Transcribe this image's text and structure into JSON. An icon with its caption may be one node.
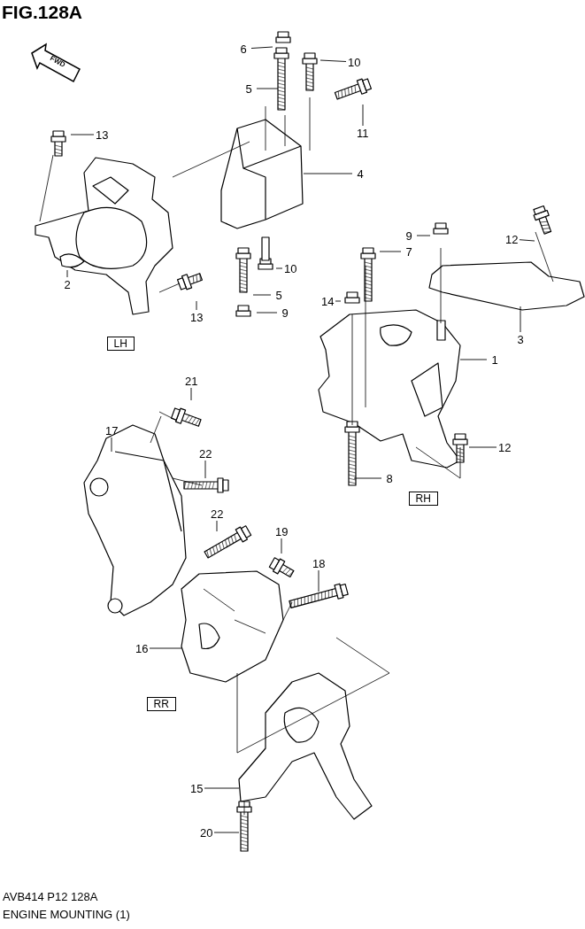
{
  "diagram": {
    "title": "FIG.128A",
    "caption": "ENGINE MOUNTING (1)",
    "nodes": [
      {
        "text": [
          "6"
        ]
      },
      {
        "text": [
          "5"
        ]
      },
      {
        "text": [
          "10"
        ]
      },
      {
        "text": [
          "11"
        ]
      },
      {
        "text": [
          "13"
        ]
      },
      {
        "text": [
          "4"
        ]
      },
      {
        "text": [
          "2"
        ]
      },
      {
        "text": [
          "13"
        ]
      },
      {
        "text": [
          "10"
        ]
      },
      {
        "text": [
          "5"
        ]
      },
      {
        "text": [
          "9"
        ]
      },
      {
        "text": [
          "9"
        ]
      },
      {
        "text": [
          "7"
        ]
      },
      {
        "text": [
          "12"
        ]
      },
      {
        "text": [
          "14"
        ]
      },
      {
        "text": [
          "3"
        ]
      },
      {
        "text": [
          "1"
        ]
      },
      {
        "text": [
          "12"
        ]
      },
      {
        "text": [
          "8"
        ]
      },
      {
        "text": [
          "21"
        ]
      },
      {
        "text": [
          "17"
        ]
      },
      {
        "text": [
          "22"
        ]
      },
      {
        "text": [
          "22"
        ]
      },
      {
        "text": [
          "19"
        ]
      },
      {
        "text": [
          "18"
        ]
      },
      {
        "text": [
          "16"
        ]
      },
      {
        "text": [
          "15"
        ]
      },
      {
        "text": [
          "20"
        ]
      },
      {
        "text": [
          "LH"
        ]
      },
      {
        "text": [
          "RH"
        ]
      },
      {
        "text": [
          "RR"
        ]
      }
    ],
    "edges": [
      {
        "from": 0,
        "to": null,
        "arrow": "none"
      },
      {
        "from": 1,
        "to": null,
        "arrow": "none"
      },
      {
        "from": 2,
        "to": null,
        "arrow": "none"
      },
      {
        "from": 3,
        "to": null,
        "arrow": "none"
      },
      {
        "from": 4,
        "to": null,
        "arrow": "none"
      },
      {
        "from": 5,
        "to": null,
        "arrow": "none"
      },
      {
        "from": 6,
        "to": null,
        "arrow": "none"
      },
      {
        "from": 7,
        "to": null,
        "arrow": "none"
      },
      {
        "from": 8,
        "to": null,
        "arrow": "none"
      },
      {
        "from": 9,
        "to": null,
        "arrow": "none"
      },
      {
        "from": 10,
        "to": null,
        "arrow": "none"
      },
      {
        "from": 11,
        "to": null,
        "arrow": "none"
      },
      {
        "from": 12,
        "to": null,
        "arrow": "none"
      },
      {
        "from": 13,
        "to": null,
        "arrow": "none"
      },
      {
        "from": 14,
        "to": null,
        "arrow": "none"
      },
      {
        "from": 15,
        "to": null,
        "arrow": "none"
      },
      {
        "from": 16,
        "to": null,
        "arrow": "none"
      },
      {
        "from": 17,
        "to": null,
        "arrow": "none"
      },
      {
        "from": 18,
        "to": null,
        "arrow": "none"
      },
      {
        "from": 19,
        "to": null,
        "arrow": "none"
      },
      {
        "from": 20,
        "to": null,
        "arrow": "none"
      },
      {
        "from": 21,
        "to": null,
        "arrow": "none"
      },
      {
        "from": 22,
        "to": null,
        "arrow": "none"
      },
      {
        "from": 23,
        "to": null,
        "arrow": "none"
      },
      {
        "from": 24,
        "to": null,
        "arrow": "none"
      },
      {
        "from": 25,
        "to": null,
        "arrow": "none"
      },
      {
        "from": 26,
        "to": null,
        "arrow": "none"
      },
      {
        "from": 27,
        "to": null,
        "arrow": "none"
      }
    ],
    "labels": [
      "FWD",
      "AVB414 P12 128A"
    ]
  }
}
